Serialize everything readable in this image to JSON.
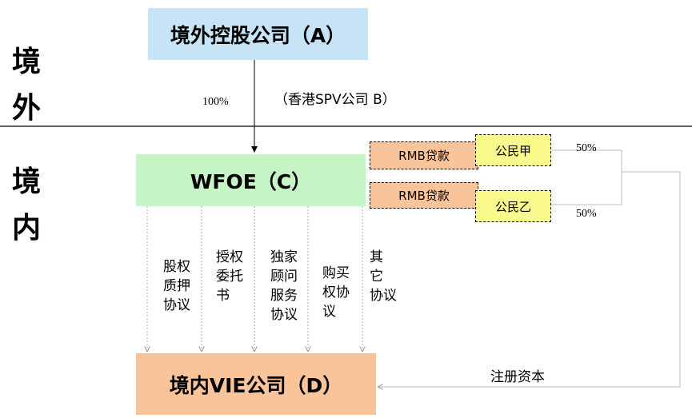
{
  "side_labels": {
    "offshore": [
      "境",
      "外"
    ],
    "onshore": [
      "境",
      "内"
    ]
  },
  "boxes": {
    "a": "境外控股公司（A）",
    "c": "WFOE（C）",
    "d": "境内VIE公司（D）"
  },
  "loans": [
    "RMB贷款",
    "RMB贷款"
  ],
  "citizens": [
    "公民甲",
    "公民乙"
  ],
  "ownership": {
    "a_to_c": "100%",
    "citizen_a": "50%",
    "citizen_b": "50%"
  },
  "spv_note": "（香港SPV公司 B）",
  "agreements": [
    "股权\n质押\n协议",
    "授权\n委托\n书",
    "独家\n顾问\n服务\n协议",
    "购买\n权协\n议",
    "其\n它\n协议"
  ],
  "registered_capital": "注册资本",
  "colors": {
    "box_a": "#c6e4f6",
    "box_c": "#c5f5c5",
    "box_d": "#f9c49a",
    "citizen": "#fafa8c"
  }
}
